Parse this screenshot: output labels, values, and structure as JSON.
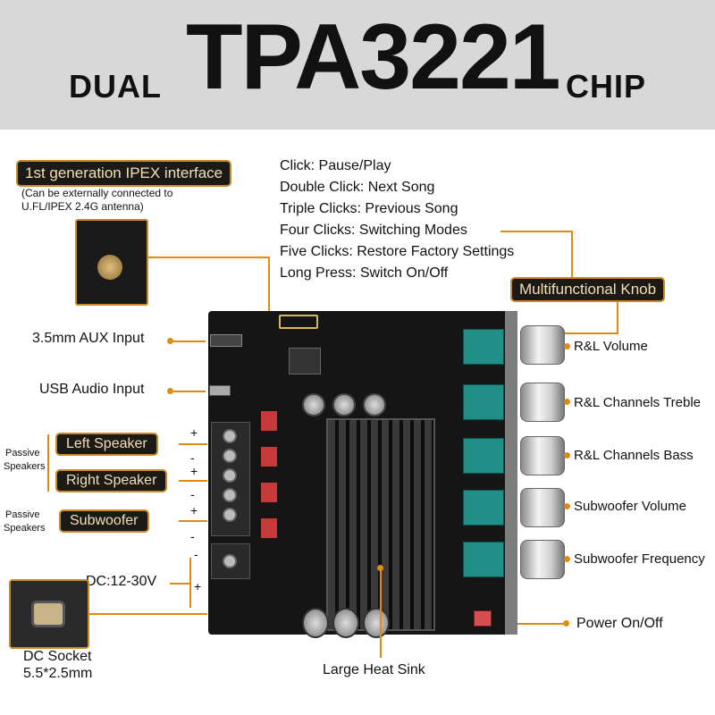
{
  "header": {
    "prefix": "DUAL",
    "model": "TPA3221",
    "suffix": "CHIP"
  },
  "ipex": {
    "title": "1st generation IPEX interface",
    "note_line1": "(Can be externally connected to",
    "note_line2": "U.FL/IPEX 2.4G antenna)"
  },
  "knob_functions": [
    "Click: Pause/Play",
    "Double Click: Next Song",
    "Triple Clicks: Previous Song",
    "Four Clicks: Switching Modes",
    "Five Clicks: Restore Factory Settings",
    "Long Press: Switch On/Off"
  ],
  "knob_title": "Multifunctional Knob",
  "left_labels": {
    "aux": "3.5mm AUX Input",
    "usb": "USB Audio Input",
    "passive1_line1": "Passive",
    "passive1_line2": "Speakers",
    "left_speaker": "Left Speaker",
    "right_speaker": "Right Speaker",
    "passive2_line1": "Passive",
    "passive2_line2": "Speakers",
    "subwoofer": "Subwoofer",
    "dc_voltage": "DC:12-30V",
    "dc_socket_line1": "DC Socket",
    "dc_socket_line2": "5.5*2.5mm"
  },
  "polarity": {
    "plus": "+",
    "minus": "-"
  },
  "right_labels": {
    "rl_volume": "R&L Volume",
    "rl_treble": "R&L Channels Treble",
    "rl_bass": "R&L Channels Bass",
    "sub_volume": "Subwoofer Volume",
    "sub_frequency": "Subwoofer Frequency",
    "power": "Power On/Off"
  },
  "bottom_label": "Large Heat Sink",
  "colors": {
    "accent": "#e08a10",
    "tag_bg": "#1c1a17",
    "tag_border": "#c98a2a",
    "header_bg": "#d8d8d8"
  }
}
